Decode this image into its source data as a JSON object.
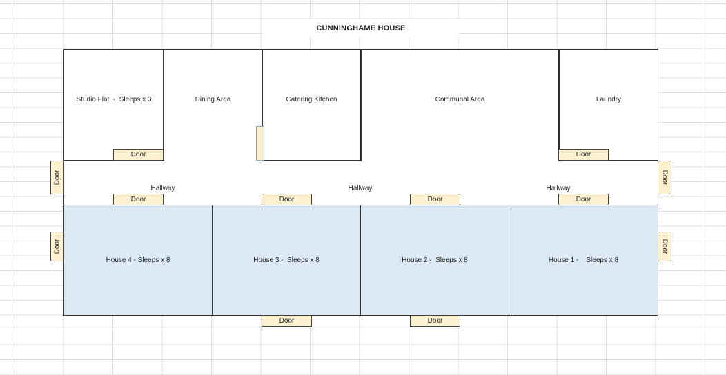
{
  "title": "CUNNINGHAME HOUSE",
  "rooms": {
    "studio": "Studio Flat  -  Sleeps x 3",
    "dining": "Dining Area",
    "kitchen": "Catering Kitchen",
    "communal": "Communal Area",
    "laundry": "Laundry"
  },
  "hallways": {
    "left": "Hallway",
    "center": "Hallway",
    "right": "Hallway"
  },
  "houses": {
    "house4": "House 4 - Sleeps x 8",
    "house3": "House 3 -  Sleeps x 8",
    "house2": "House 2 -  Sleeps x 8",
    "house1": "House 1 -    Sleeps x 8"
  },
  "door_label": "Door",
  "colors": {
    "house_fill": "#dce9f5",
    "door_fill": "#fdf1cf",
    "wall": "#333333"
  }
}
